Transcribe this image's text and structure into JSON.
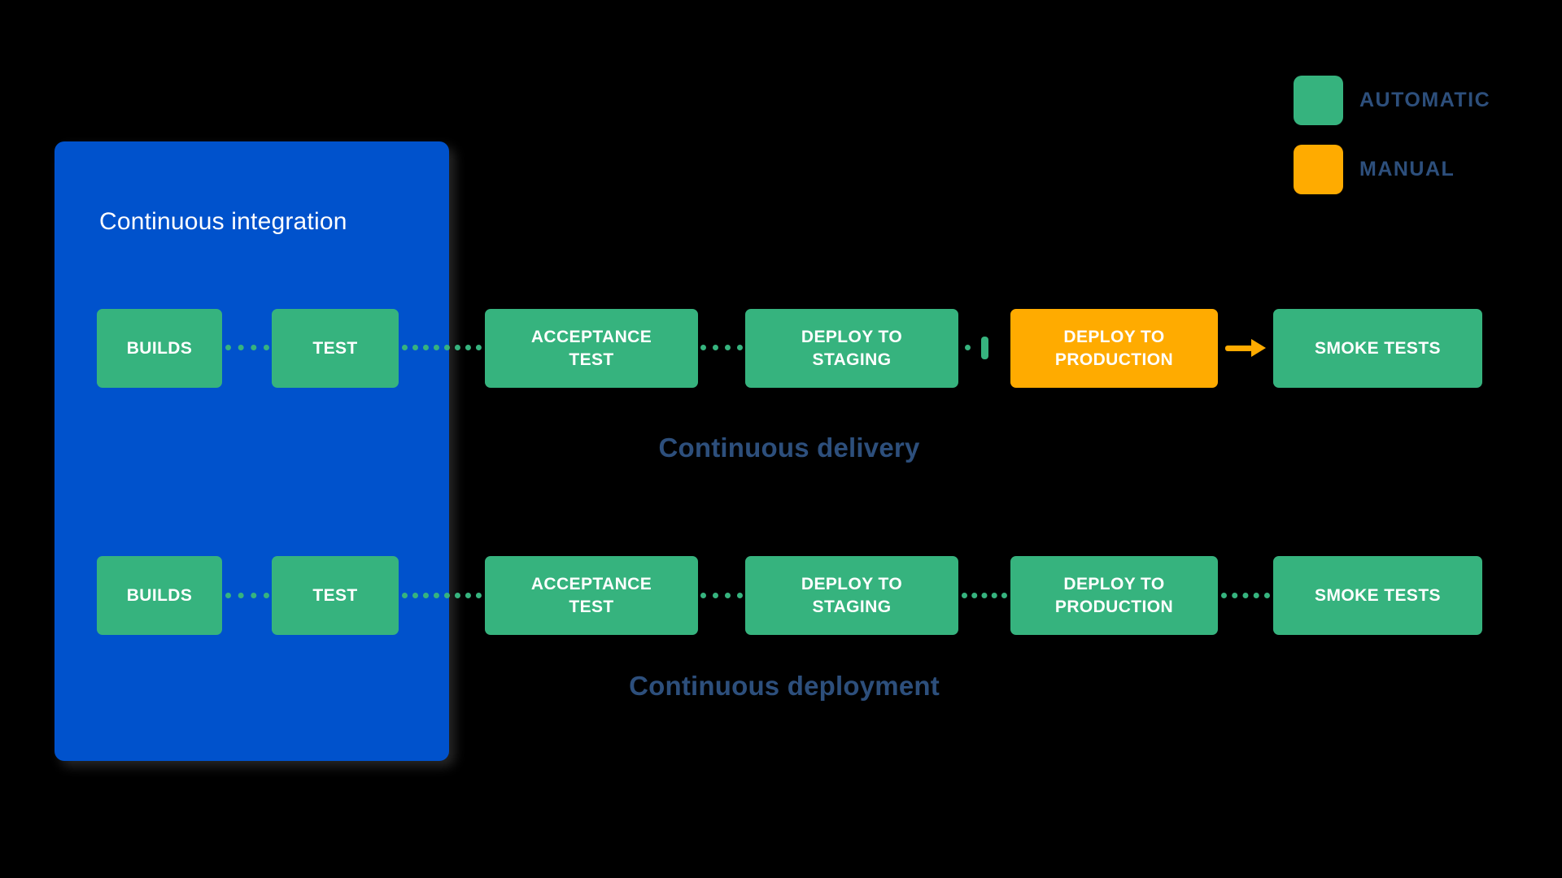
{
  "colors": {
    "automatic_green": "#36B37E",
    "manual_orange": "#FFAB00",
    "ci_blue": "#0052CC",
    "label_navy": "#2D4F7C",
    "background": "#000000",
    "box_text": "#FFFFFF"
  },
  "legend": {
    "items": [
      {
        "label": "AUTOMATIC",
        "type": "automatic"
      },
      {
        "label": "MANUAL",
        "type": "manual"
      }
    ]
  },
  "ci_container": {
    "title": "Continuous integration"
  },
  "pipelines": [
    {
      "label": "Continuous delivery",
      "steps": [
        {
          "label": "BUILDS",
          "type": "automatic"
        },
        {
          "label": "TEST",
          "type": "automatic"
        },
        {
          "label": "ACCEPTANCE\nTEST",
          "type": "automatic"
        },
        {
          "label": "DEPLOY TO\nSTAGING",
          "type": "automatic"
        },
        {
          "label": "DEPLOY TO\nPRODUCTION",
          "type": "manual"
        },
        {
          "label": "SMOKE TESTS",
          "type": "automatic"
        }
      ]
    },
    {
      "label": "Continuous deployment",
      "steps": [
        {
          "label": "BUILDS",
          "type": "automatic"
        },
        {
          "label": "TEST",
          "type": "automatic"
        },
        {
          "label": "ACCEPTANCE\nTEST",
          "type": "automatic"
        },
        {
          "label": "DEPLOY TO\nSTAGING",
          "type": "automatic"
        },
        {
          "label": "DEPLOY TO\nPRODUCTION",
          "type": "automatic"
        },
        {
          "label": "SMOKE TESTS",
          "type": "automatic"
        }
      ]
    }
  ]
}
